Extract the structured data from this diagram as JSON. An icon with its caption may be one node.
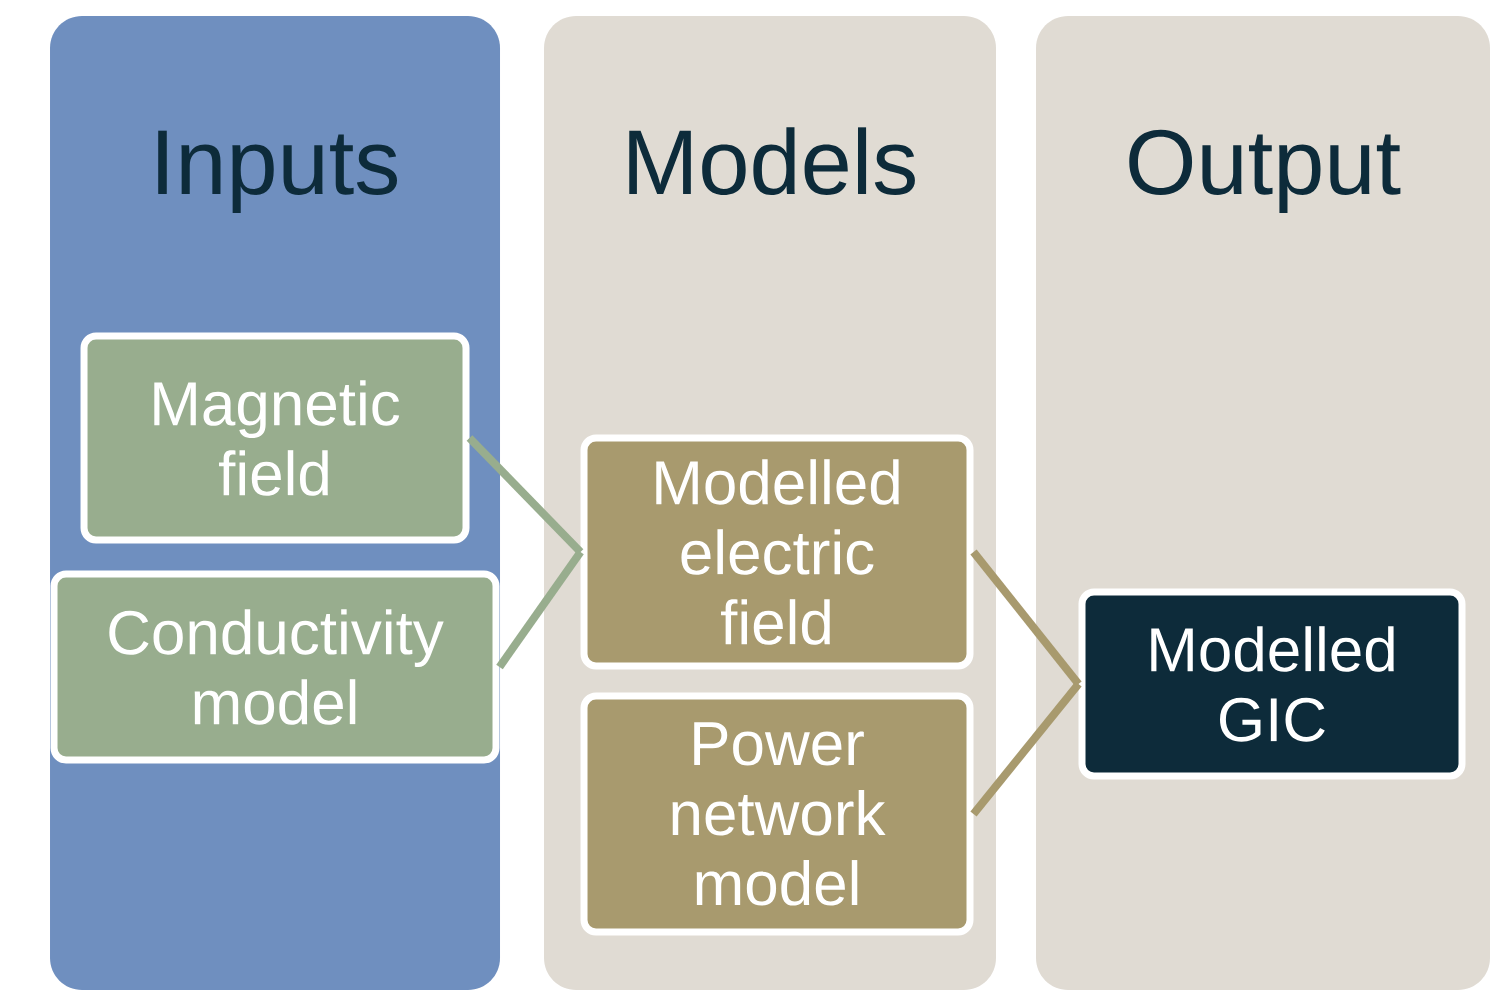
{
  "diagram": {
    "nodes": [
      {
        "text": [
          "Inputs"
        ]
      },
      {
        "text": [
          "Magnetic field"
        ],
        "in": 0
      },
      {
        "text": [
          "Conductivity model"
        ],
        "in": 0
      },
      {
        "text": [
          "Models"
        ]
      },
      {
        "text": [
          "Modelled electric field"
        ],
        "in": 3
      },
      {
        "text": [
          "Power network model"
        ],
        "in": 3
      },
      {
        "text": [
          "Output"
        ]
      },
      {
        "text": [
          "Modelled GIC"
        ],
        "in": 6
      }
    ],
    "edges": [
      {
        "from": 1,
        "to": 4,
        "arrow": "none",
        "color": "#98ad8e"
      },
      {
        "from": 2,
        "to": 4,
        "arrow": "none",
        "color": "#98ad8e"
      },
      {
        "from": 4,
        "to": 7,
        "arrow": "none",
        "color": "#a89a6e"
      },
      {
        "from": 5,
        "to": 7,
        "arrow": "none",
        "color": "#a89a6e"
      }
    ]
  }
}
